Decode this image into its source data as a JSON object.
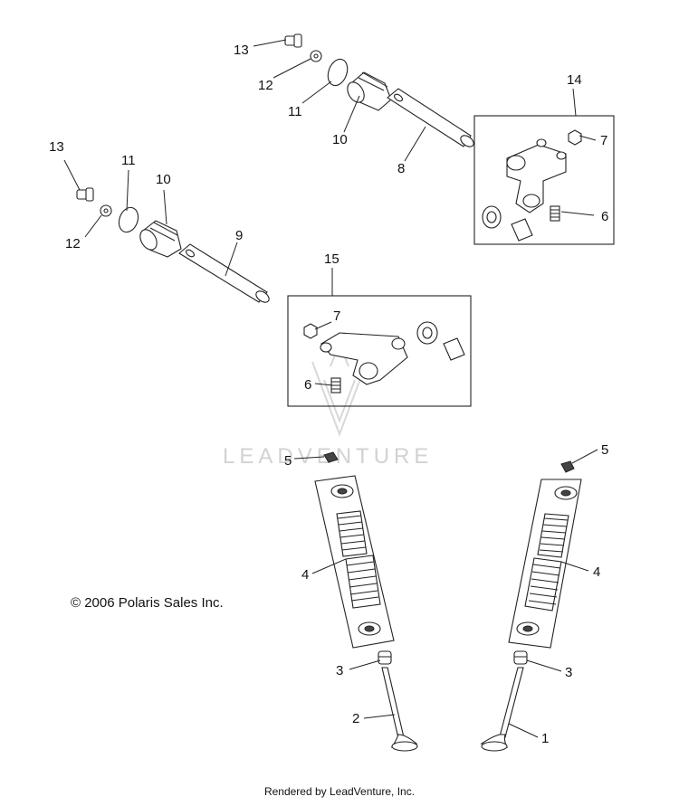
{
  "diagram": {
    "copyright": "© 2006 Polaris Sales Inc.",
    "footer": "Rendered by LeadVenture, Inc.",
    "watermark_text": "LEADVENTURE",
    "callouts": {
      "c1": "1",
      "c2": "2",
      "c3a": "3",
      "c3b": "3",
      "c4a": "4",
      "c4b": "4",
      "c5a": "5",
      "c5b": "5",
      "c6a": "6",
      "c6b": "6",
      "c7a": "7",
      "c7b": "7",
      "c8": "8",
      "c9": "9",
      "c10a": "10",
      "c10b": "10",
      "c11a": "11",
      "c11b": "11",
      "c12a": "12",
      "c12b": "12",
      "c13a": "13",
      "c13b": "13",
      "c14": "14",
      "c15": "15"
    }
  }
}
